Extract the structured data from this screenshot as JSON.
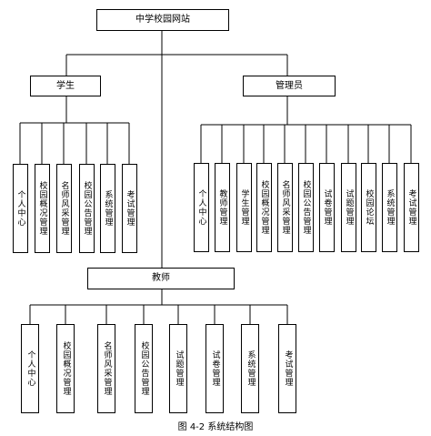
{
  "root": {
    "label": "中学校园网站"
  },
  "student": {
    "label": "学生",
    "modules": [
      "个人中心",
      "校园概况管理",
      "名师风采管理",
      "校园公告管理",
      "系统管理",
      "考试管理"
    ]
  },
  "admin": {
    "label": "管理员",
    "modules": [
      "个人中心",
      "教师管理",
      "学生管理",
      "校园概况管理",
      "名师风采管理",
      "校园公告管理",
      "试卷管理",
      "试题管理",
      "校园论坛",
      "系统管理",
      "考试管理"
    ]
  },
  "teacher": {
    "label": "教师",
    "modules": [
      "个人中心",
      "校园概况管理",
      "名师风采管理",
      "校园公告管理",
      "试题管理",
      "试卷管理",
      "系统管理",
      "考试管理"
    ]
  },
  "caption": "图 4-2  系统结构图"
}
